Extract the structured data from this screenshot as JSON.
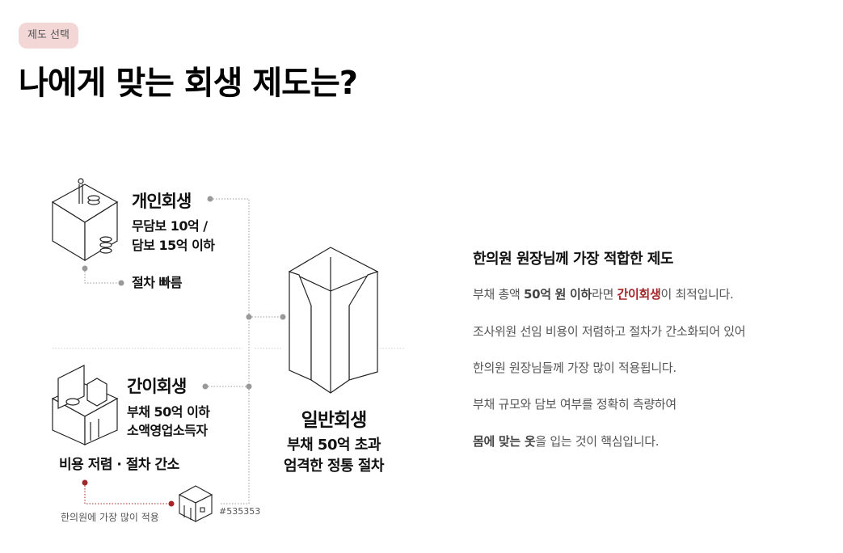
{
  "header": {
    "badge": "제도 선택",
    "title": "나에게 맞는 회생 제도는?"
  },
  "diagram": {
    "personal": {
      "title": "개인회생",
      "line1": "무담보 10억 /",
      "line2": "담보 15억 이하",
      "feature": "절차 빠름"
    },
    "simple": {
      "title": "간이회생",
      "line1": "부채 50억 이하",
      "line2": "소액영업소득자",
      "feature": "비용 저렴 · 절차 간소",
      "note": "한의원에 가장 많이 적용"
    },
    "general": {
      "title": "일반회생",
      "line1": "부채 50억 초과",
      "line2": "엄격한 정통 절차"
    },
    "color_label": "#535353",
    "colors": {
      "accent": "#a3262a",
      "line": "#999999"
    }
  },
  "panel": {
    "heading": "한의원 원장님께 가장 적합한 제도",
    "p1": {
      "a": "부채 총액 ",
      "b": "50억 원 이하",
      "c": "라면 ",
      "d": "간이회생",
      "e": "이 최적입니다."
    },
    "p2": "조사위원 선임 비용이 저렴하고 절차가 간소화되어 있어",
    "p3": "한의원 원장님들께 가장 많이 적용됩니다.",
    "p4": "부채 규모와 담보 여부를 정확히 측량하여",
    "p5": {
      "a": "몸에 맞는 옷",
      "b": "을 입는 것이 핵심입니다."
    }
  }
}
